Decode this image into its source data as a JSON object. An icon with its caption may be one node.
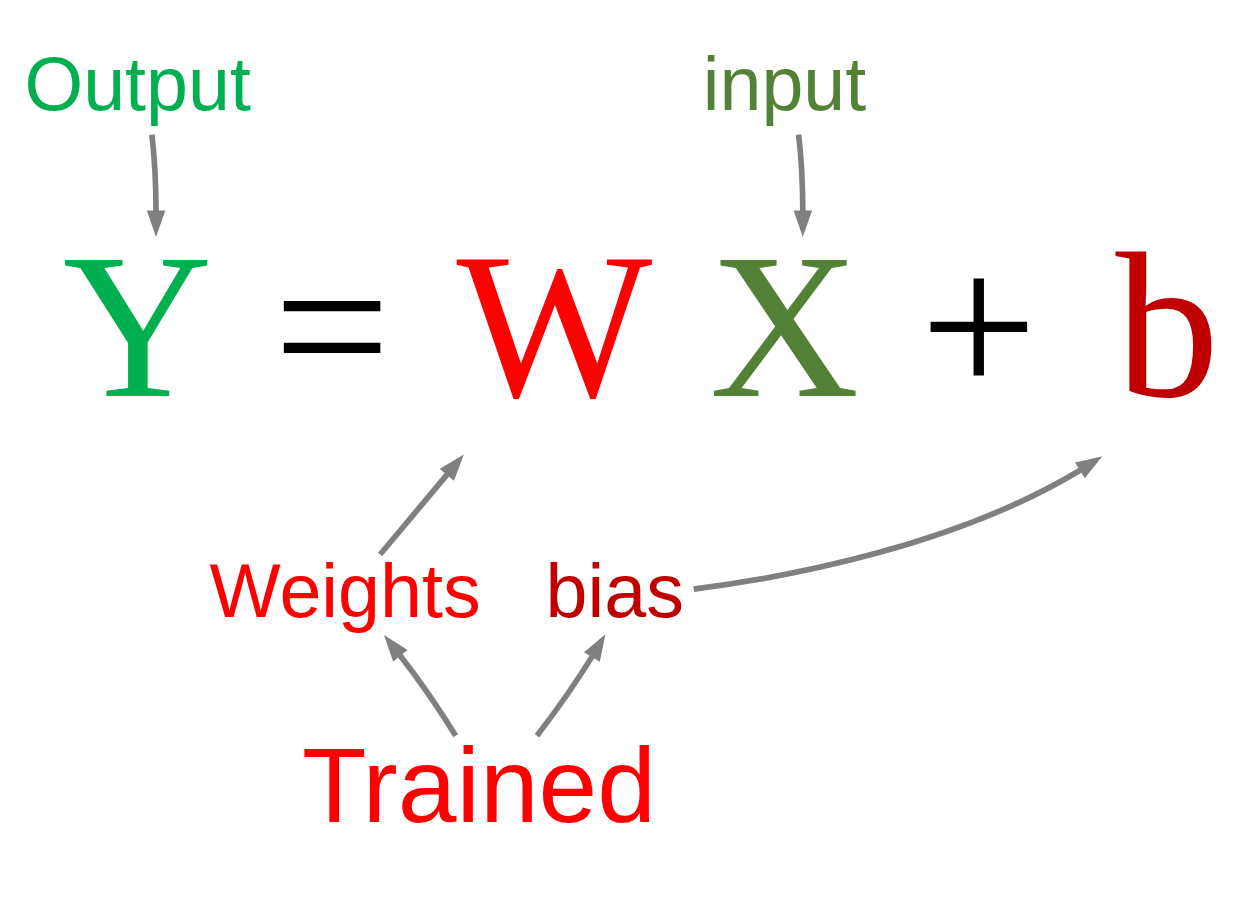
{
  "diagram": {
    "nodes": [
      {
        "text": [
          "Output"
        ]
      },
      {
        "text": [
          "input"
        ]
      },
      {
        "text": [
          "Y"
        ]
      },
      {
        "text": [
          "W"
        ]
      },
      {
        "text": [
          "X"
        ]
      },
      {
        "text": [
          "b"
        ]
      },
      {
        "text": [
          "Weights"
        ]
      },
      {
        "text": [
          "bias"
        ]
      },
      {
        "text": [
          "Trained"
        ]
      }
    ],
    "edges": [
      {
        "from": 0,
        "to": 2,
        "arrow": "to"
      },
      {
        "from": 1,
        "to": 4,
        "arrow": "to"
      },
      {
        "from": 6,
        "to": 3,
        "arrow": "to"
      },
      {
        "from": 7,
        "to": 5,
        "arrow": "to"
      },
      {
        "from": 8,
        "to": 6,
        "arrow": "to"
      },
      {
        "from": 8,
        "to": 7,
        "arrow": "to"
      }
    ],
    "labels": [
      "=",
      "+"
    ]
  }
}
